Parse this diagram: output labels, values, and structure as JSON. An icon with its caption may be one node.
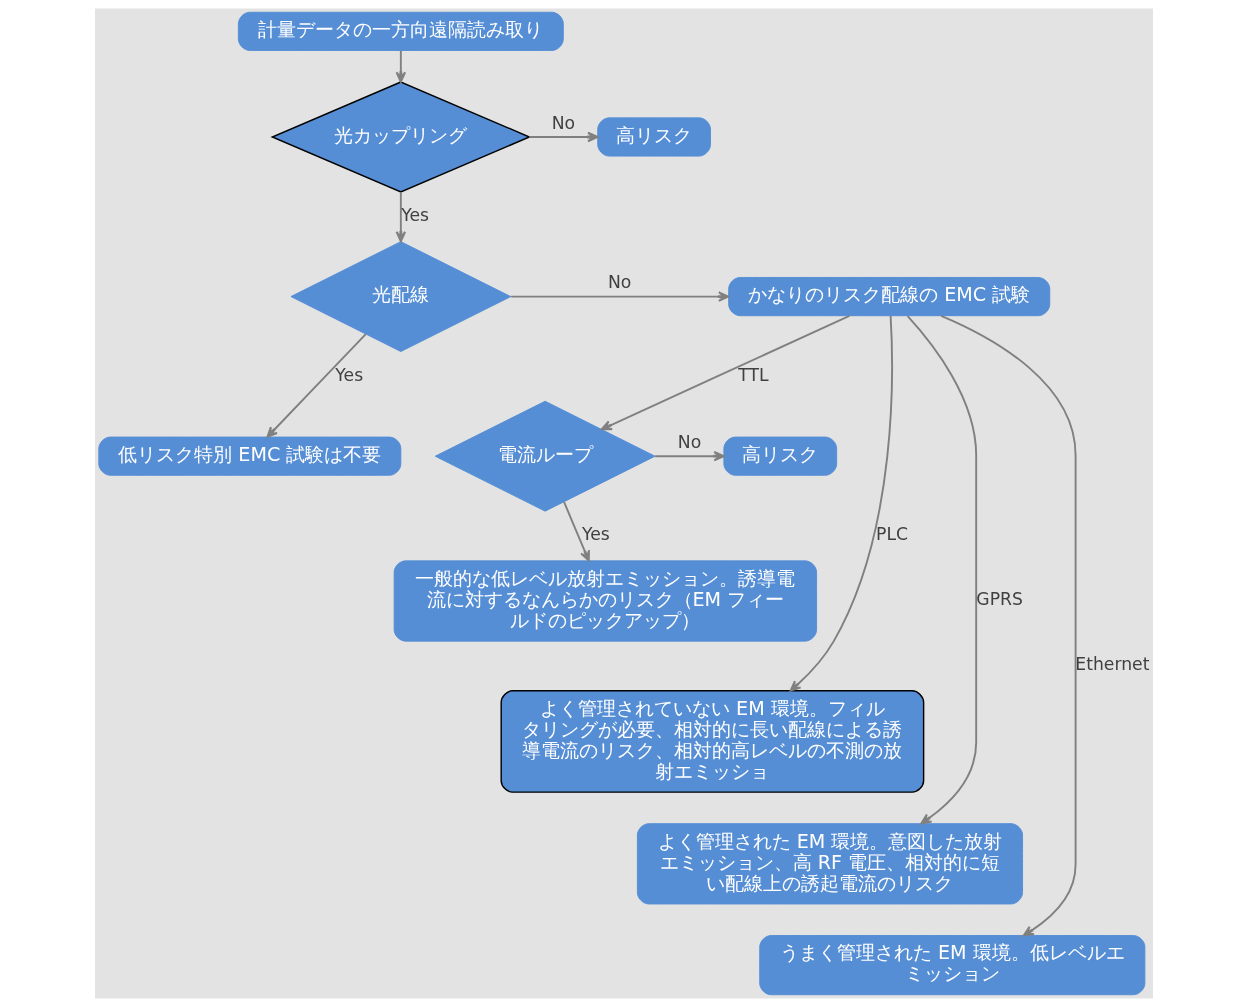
{
  "diagram": {
    "nodes": [
      {
        "text": [
          "計量データの一方向遠隔読み取り"
        ]
      },
      {
        "text": [
          "光カップリング"
        ]
      },
      {
        "text": [
          "高リスク"
        ]
      },
      {
        "text": [
          "光配線"
        ]
      },
      {
        "text": [
          "かなりのリスク配線の EMC 試験"
        ]
      },
      {
        "text": [
          "低リスク特別 EMC 試験は不要"
        ]
      },
      {
        "text": [
          "電流ループ"
        ]
      },
      {
        "text": [
          "高リスク"
        ]
      },
      {
        "text": [
          "一般的な低レベル放射エミッション。誘導電流に対するなんらかのリスク（EM フィールドのピックアップ）"
        ]
      },
      {
        "text": [
          "よく管理されていない EM 環境。フィルタリングが必要、相対的に長い配線による誘導電流のリスク、相対的高レベルの不測の放射エミッショ"
        ]
      },
      {
        "text": [
          "よく管理された EM 環境。意図した放射エミッション、高 RF 電圧、相対的に短い配線上の誘起電流のリスク"
        ]
      },
      {
        "text": [
          "うまく管理された EM 環境。低レベルエミッション"
        ]
      }
    ],
    "edges": [
      {
        "from": 0,
        "to": 1,
        "arrow": "to"
      },
      {
        "from": 1,
        "to": 2,
        "arrow": "to",
        "label": "No"
      },
      {
        "from": 1,
        "to": 3,
        "arrow": "to",
        "label": "Yes"
      },
      {
        "from": 3,
        "to": 4,
        "arrow": "to",
        "label": "No"
      },
      {
        "from": 3,
        "to": 5,
        "arrow": "to",
        "label": "Yes"
      },
      {
        "from": 4,
        "to": 6,
        "arrow": "to",
        "label": "TTL"
      },
      {
        "from": 6,
        "to": 7,
        "arrow": "to",
        "label": "No"
      },
      {
        "from": 6,
        "to": 8,
        "arrow": "to",
        "label": "Yes"
      },
      {
        "from": 4,
        "to": 9,
        "arrow": "to",
        "label": "PLC"
      },
      {
        "from": 4,
        "to": 10,
        "arrow": "to",
        "label": "GPRS"
      },
      {
        "from": 4,
        "to": 11,
        "arrow": "to",
        "label": "Ethernet"
      }
    ]
  }
}
